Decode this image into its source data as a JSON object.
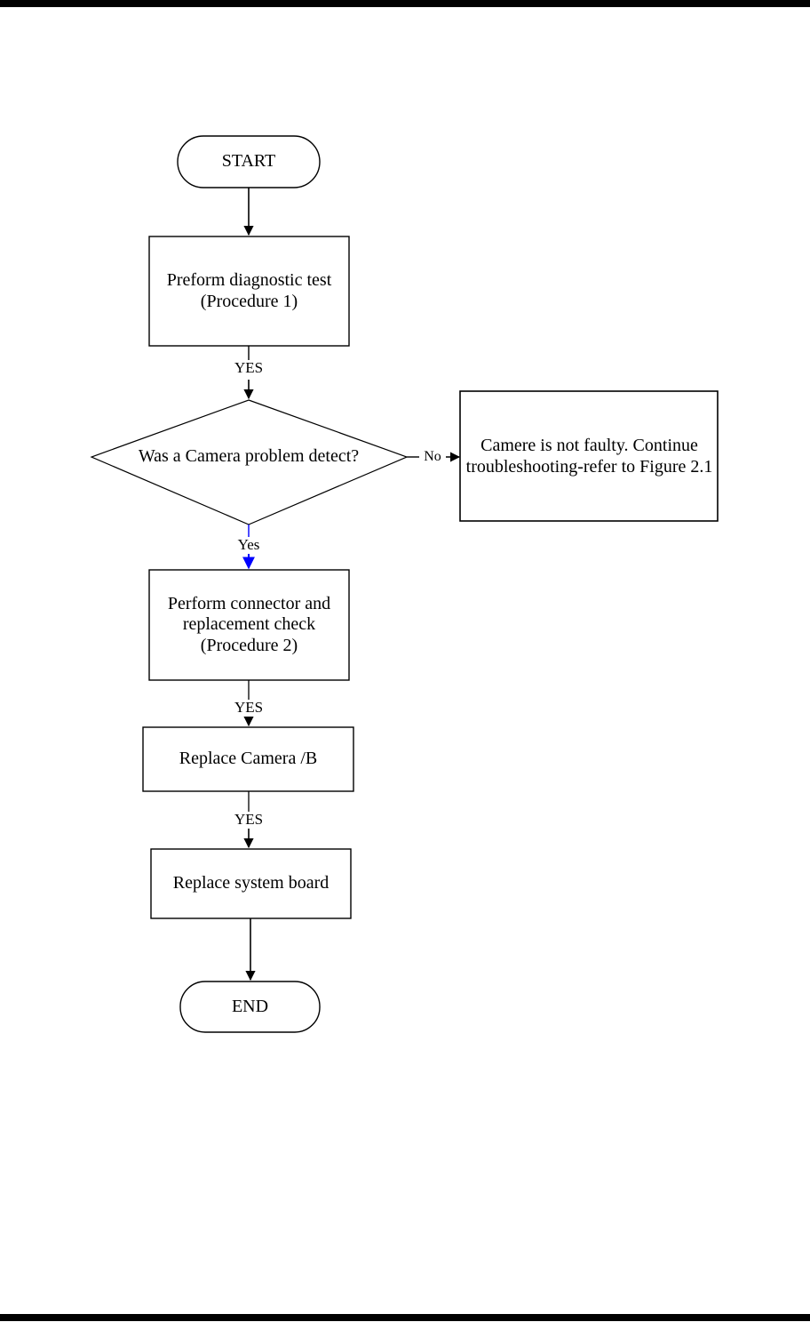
{
  "page": {
    "title": "Camera troubleshooting flowchart",
    "background_color": "#ffffff",
    "rule_color": "#000000"
  },
  "colors": {
    "stroke": "#000000",
    "highlight": "#0000ff",
    "text": "#000000",
    "fill": "#ffffff"
  },
  "chart_data": {
    "type": "diagram",
    "diagram_type": "flowchart",
    "title": "Camera troubleshooting flowchart",
    "orientation": "top-to-bottom",
    "nodes": [
      {
        "id": "start",
        "shape": "terminator",
        "label": "START"
      },
      {
        "id": "diagnostic",
        "shape": "process",
        "label": "Preform diagnostic test\n(Procedure 1)"
      },
      {
        "id": "decision",
        "shape": "decision",
        "label": "Was a Camera problem detect?"
      },
      {
        "id": "notfaulty",
        "shape": "process",
        "label": "Camere is not faulty. Continue troubleshooting-refer to Figure 2.1"
      },
      {
        "id": "connector",
        "shape": "process",
        "label": "Perform connector and\nreplacement check\n(Procedure 2)"
      },
      {
        "id": "camerab",
        "shape": "process",
        "label": "Replace Camera /B"
      },
      {
        "id": "sysboard",
        "shape": "process",
        "label": "Replace system board"
      },
      {
        "id": "end",
        "shape": "terminator",
        "label": "END"
      }
    ],
    "edges": [
      {
        "from": "start",
        "to": "diagnostic",
        "label": "",
        "color": "#000000"
      },
      {
        "from": "diagnostic",
        "to": "decision",
        "label": "YES",
        "color": "#000000"
      },
      {
        "from": "decision",
        "to": "notfaulty",
        "label": "No",
        "color": "#000000",
        "direction": "right"
      },
      {
        "from": "decision",
        "to": "connector",
        "label": "Yes",
        "color": "#0000ff"
      },
      {
        "from": "connector",
        "to": "camerab",
        "label": "YES",
        "color": "#000000"
      },
      {
        "from": "camerab",
        "to": "sysboard",
        "label": "YES",
        "color": "#000000"
      },
      {
        "from": "sysboard",
        "to": "end",
        "label": "",
        "color": "#000000"
      }
    ]
  },
  "nodes": {
    "start": {
      "label": "START"
    },
    "diagnostic": {
      "label": "Preform diagnostic test\n(Procedure 1)"
    },
    "decision": {
      "label": "Was a Camera problem detect?"
    },
    "notfaulty": {
      "label": "Camere is not faulty. Continue troubleshooting-refer to Figure 2.1"
    },
    "connector": {
      "label": "Perform connector and\nreplacement check\n(Procedure 2)"
    },
    "camerab": {
      "label": "Replace Camera /B"
    },
    "sysboard": {
      "label": "Replace system board"
    },
    "end": {
      "label": "END"
    }
  },
  "edge_labels": {
    "yes_to_decision": "YES",
    "no_branch": "No",
    "yes_branch": "Yes",
    "yes_to_camerab": "YES",
    "yes_to_sysboard": "YES"
  }
}
